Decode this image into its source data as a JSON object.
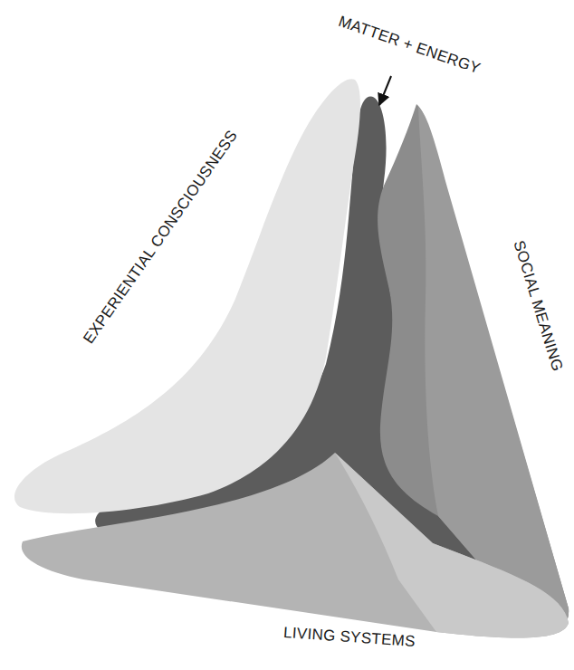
{
  "diagram": {
    "labels": [
      "MATTER + ENERGY",
      "EXPERIENTIAL CONSCIOUSNESS",
      "SOCIAL MEANING",
      "LIVING SYSTEMS"
    ]
  }
}
